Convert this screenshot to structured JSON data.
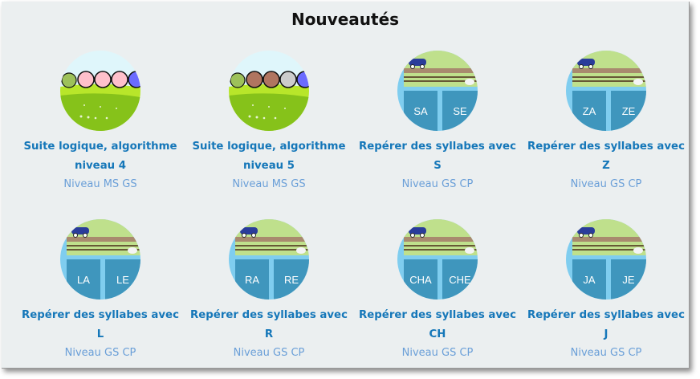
{
  "heading": "Nouveautés",
  "cards": [
    {
      "type": "caterpillar",
      "title1": "Suite logique, algorithme",
      "title2": "niveau 4",
      "level": "Niveau MS GS",
      "balls": [
        "#ffc0cb",
        "#ffc0cb",
        "#ffc0cb",
        "#6b6bff"
      ]
    },
    {
      "type": "caterpillar",
      "title1": "Suite logique, algorithme",
      "title2": "niveau 5",
      "level": "Niveau MS GS",
      "balls": [
        "#b07560",
        "#b07560",
        "#cccccc",
        "#6b6bff"
      ]
    },
    {
      "type": "syllable",
      "title1": "Repérer des syllabes avec",
      "title2": "S",
      "level": "Niveau GS CP",
      "syl": [
        "SA",
        "SE"
      ]
    },
    {
      "type": "syllable",
      "title1": "Repérer des syllabes avec",
      "title2": "Z",
      "level": "Niveau GS CP",
      "syl": [
        "ZA",
        "ZE"
      ]
    },
    {
      "type": "syllable",
      "title1": "Repérer des syllabes avec",
      "title2": "L",
      "level": "Niveau GS CP",
      "syl": [
        "LA",
        "LE"
      ]
    },
    {
      "type": "syllable",
      "title1": "Repérer des syllabes avec",
      "title2": "R",
      "level": "Niveau GS CP",
      "syl": [
        "RA",
        "RE"
      ]
    },
    {
      "type": "syllable",
      "title1": "Repérer des syllabes avec",
      "title2": "CH",
      "level": "Niveau GS CP",
      "syl": [
        "CHA",
        "CHE"
      ]
    },
    {
      "type": "syllable",
      "title1": "Repérer des syllabes avec",
      "title2": "J",
      "level": "Niveau GS CP",
      "syl": [
        "JA",
        "JE"
      ]
    }
  ]
}
